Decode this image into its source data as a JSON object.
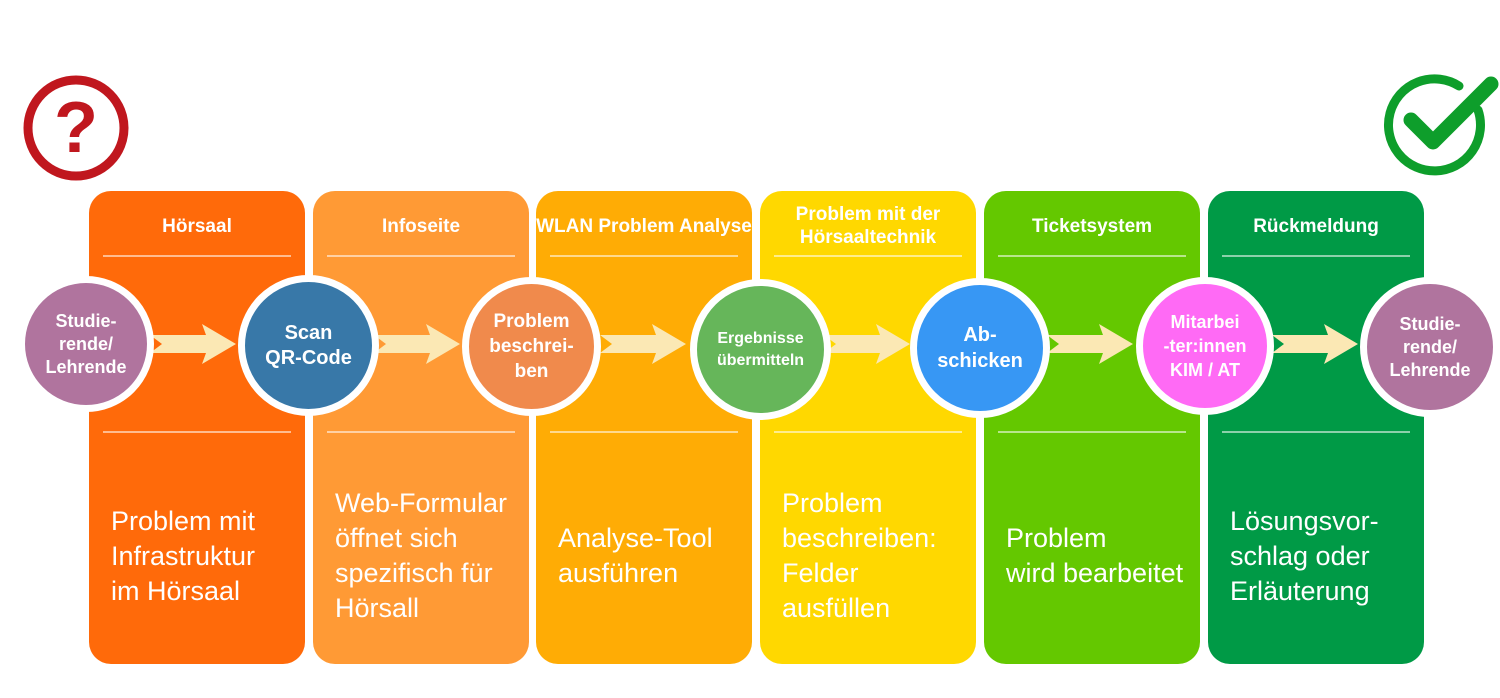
{
  "columns": [
    {
      "id": "hoersaal",
      "header": "Hörsaal",
      "body": "Problem mit\nInfrastruktur\nim Hörsaal",
      "color": "#ff6a0a"
    },
    {
      "id": "infoseite",
      "header": "Infoseite",
      "body": "Web-Formular\nöffnet sich\nspezifisch für\nHörsall",
      "color": "#ff9a35"
    },
    {
      "id": "wlan",
      "header": "WLAN Problem\nAnalyse",
      "body": "Analyse-Tool\nausführen",
      "color": "#ffac05"
    },
    {
      "id": "hoersaaltechnik",
      "header": "Problem mit der\nHörsaaltechnik",
      "body": "Problem\nbeschreiben:\nFelder\nausfüllen",
      "color": "#ffd800"
    },
    {
      "id": "ticketsystem",
      "header": "Ticketsystem",
      "body": "Problem\nwird bearbeitet",
      "color": "#64c800"
    },
    {
      "id": "rueckmeldung",
      "header": "Rückmeldung",
      "body": "Lösungsvor-\nschlag oder\nErläuterung",
      "color": "#009a46"
    }
  ],
  "steps": [
    {
      "id": "studierende-start",
      "label": "Studie-\nrende/\nLehrende",
      "color": "#b0749e"
    },
    {
      "id": "scan-qr",
      "label": "Scan\nQR-Code",
      "color": "#3878a8"
    },
    {
      "id": "problem-beschreiben",
      "label": "Problem\nbeschrei-\nben",
      "color": "#f08a4c"
    },
    {
      "id": "ergebnisse",
      "label": "Ergebnisse\nübermitteln",
      "color": "#66b65a"
    },
    {
      "id": "abschicken",
      "label": "Ab-\nschicken",
      "color": "#3797f4"
    },
    {
      "id": "mitarbeiter",
      "label": "Mitarbei\n-ter:innen\nKIM / AT",
      "color": "#ff6af5"
    },
    {
      "id": "studierende-end",
      "label": "Studie-\nrende/\nLehrende",
      "color": "#b0749e"
    }
  ],
  "icons": {
    "start": {
      "name": "question-mark-icon",
      "color": "#c0171e"
    },
    "end": {
      "name": "checkmark-icon",
      "color": "#0e9e2b"
    }
  },
  "arrow_color": "#fbe8b4"
}
